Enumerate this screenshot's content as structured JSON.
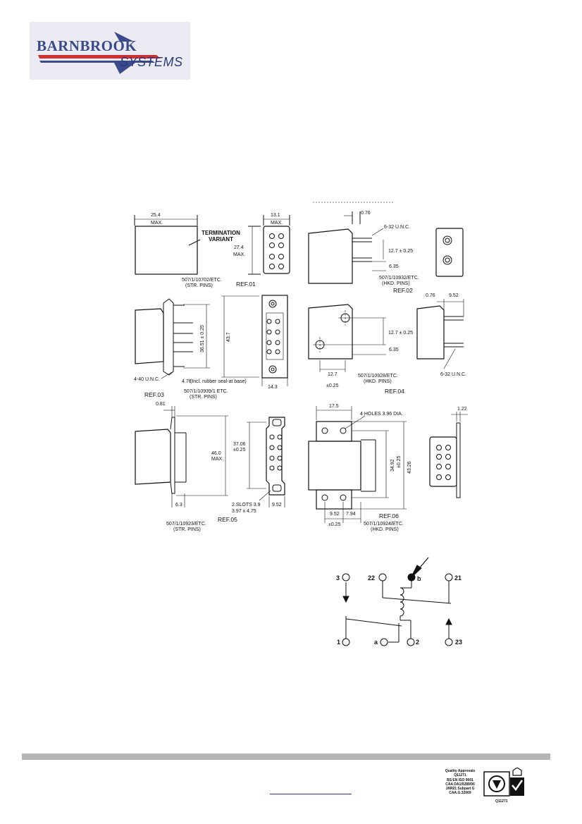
{
  "logo": {
    "brand_top": "BARNBROOK",
    "brand_bottom": "SYSTEMS",
    "colors": {
      "blue": "#3a4a8a",
      "red": "#d23030",
      "background": "#eceaf3"
    }
  },
  "drawings": {
    "ref01": {
      "dim_width": "25.4",
      "dim_width_note": "MAX.",
      "dim_depth": "13.1",
      "dim_depth_note": "MAX.",
      "note_termination_1": "TERMINATION",
      "note_termination_2": "VARIANT",
      "dim_height": "27.4",
      "dim_height_note": "MAX.",
      "part_no": "507/1/10702/ETC.",
      "pins": "(STR. PINS)",
      "ref": "REF.01"
    },
    "ref02": {
      "dim_gap": "0.76",
      "thread": "6-32 U.N.C.",
      "dim_pitch": "12.7 ± 0.25",
      "dim_pin": "6.35",
      "part_no": "507/1/10932/ETC.",
      "pins": "(HKD. PINS)",
      "ref": "REF.02"
    },
    "ref03": {
      "dim_pitch": "36.51 ± 0.25",
      "dim_length": "43.7",
      "thread": "4-40 U.N.C.",
      "dim_base": "4.76",
      "base_note": "(Incl. rubber seal-at base)",
      "dim_width": "14.3",
      "part_no": "507/1/10939/1 ETC.",
      "pins": "(STR. PINS)",
      "ref": "REF.03"
    },
    "ref04": {
      "dim_gap": "0.76",
      "dim_stud": "9.52",
      "dim_pitch": "12.7 ± 0.25",
      "dim_pin": "6.35",
      "dim_spacing": "12.7",
      "dim_spacing_tol": "±0.25",
      "thread": "6-32 U.N.C.",
      "part_no": "507/1/10928/ETC.",
      "pins": "(HKD. PINS)",
      "ref": "REF.04"
    },
    "ref05": {
      "dim_flange": "0.81",
      "dim_height": "46.0",
      "dim_height_note": "MAX.",
      "dim_pitch": "37.06",
      "dim_pitch_tol": "±0.25",
      "dim_foot": "6.3",
      "slots_1": "2 SLOTS 3.9",
      "slots_2": "3.97 x 4.75",
      "dim_width": "9.52",
      "part_no": "507/1/10923/ETC.",
      "pins": "(STR. PINS)",
      "ref": "REF.05"
    },
    "ref06": {
      "dim_width": "17.5",
      "holes": "4 HOLES 3.96 DIA.",
      "dim_flange": "1.22",
      "dim_pitch": "34.92",
      "dim_pitch_tol": "±0.25",
      "dim_length": "43.26",
      "dim_hole_a": "9.52",
      "dim_hole_b": "7.94",
      "dim_hole_tol": "±0.25",
      "part_no": "507/1/10924/ETC.",
      "pins": "(HKD. PINS)",
      "ref": "REF.06"
    }
  },
  "schematic": {
    "pins": [
      "3",
      "22",
      "b",
      "21",
      "1",
      "a",
      "2",
      "23"
    ]
  },
  "footer": {
    "quality_lines": [
      "Quality Approvals",
      "Q11271",
      "BS EN ISO 9001",
      "CAA DA1/0289/90",
      "JAR21 Subpart G",
      "CAA.G.32069"
    ],
    "cert_number": "Q11271"
  }
}
